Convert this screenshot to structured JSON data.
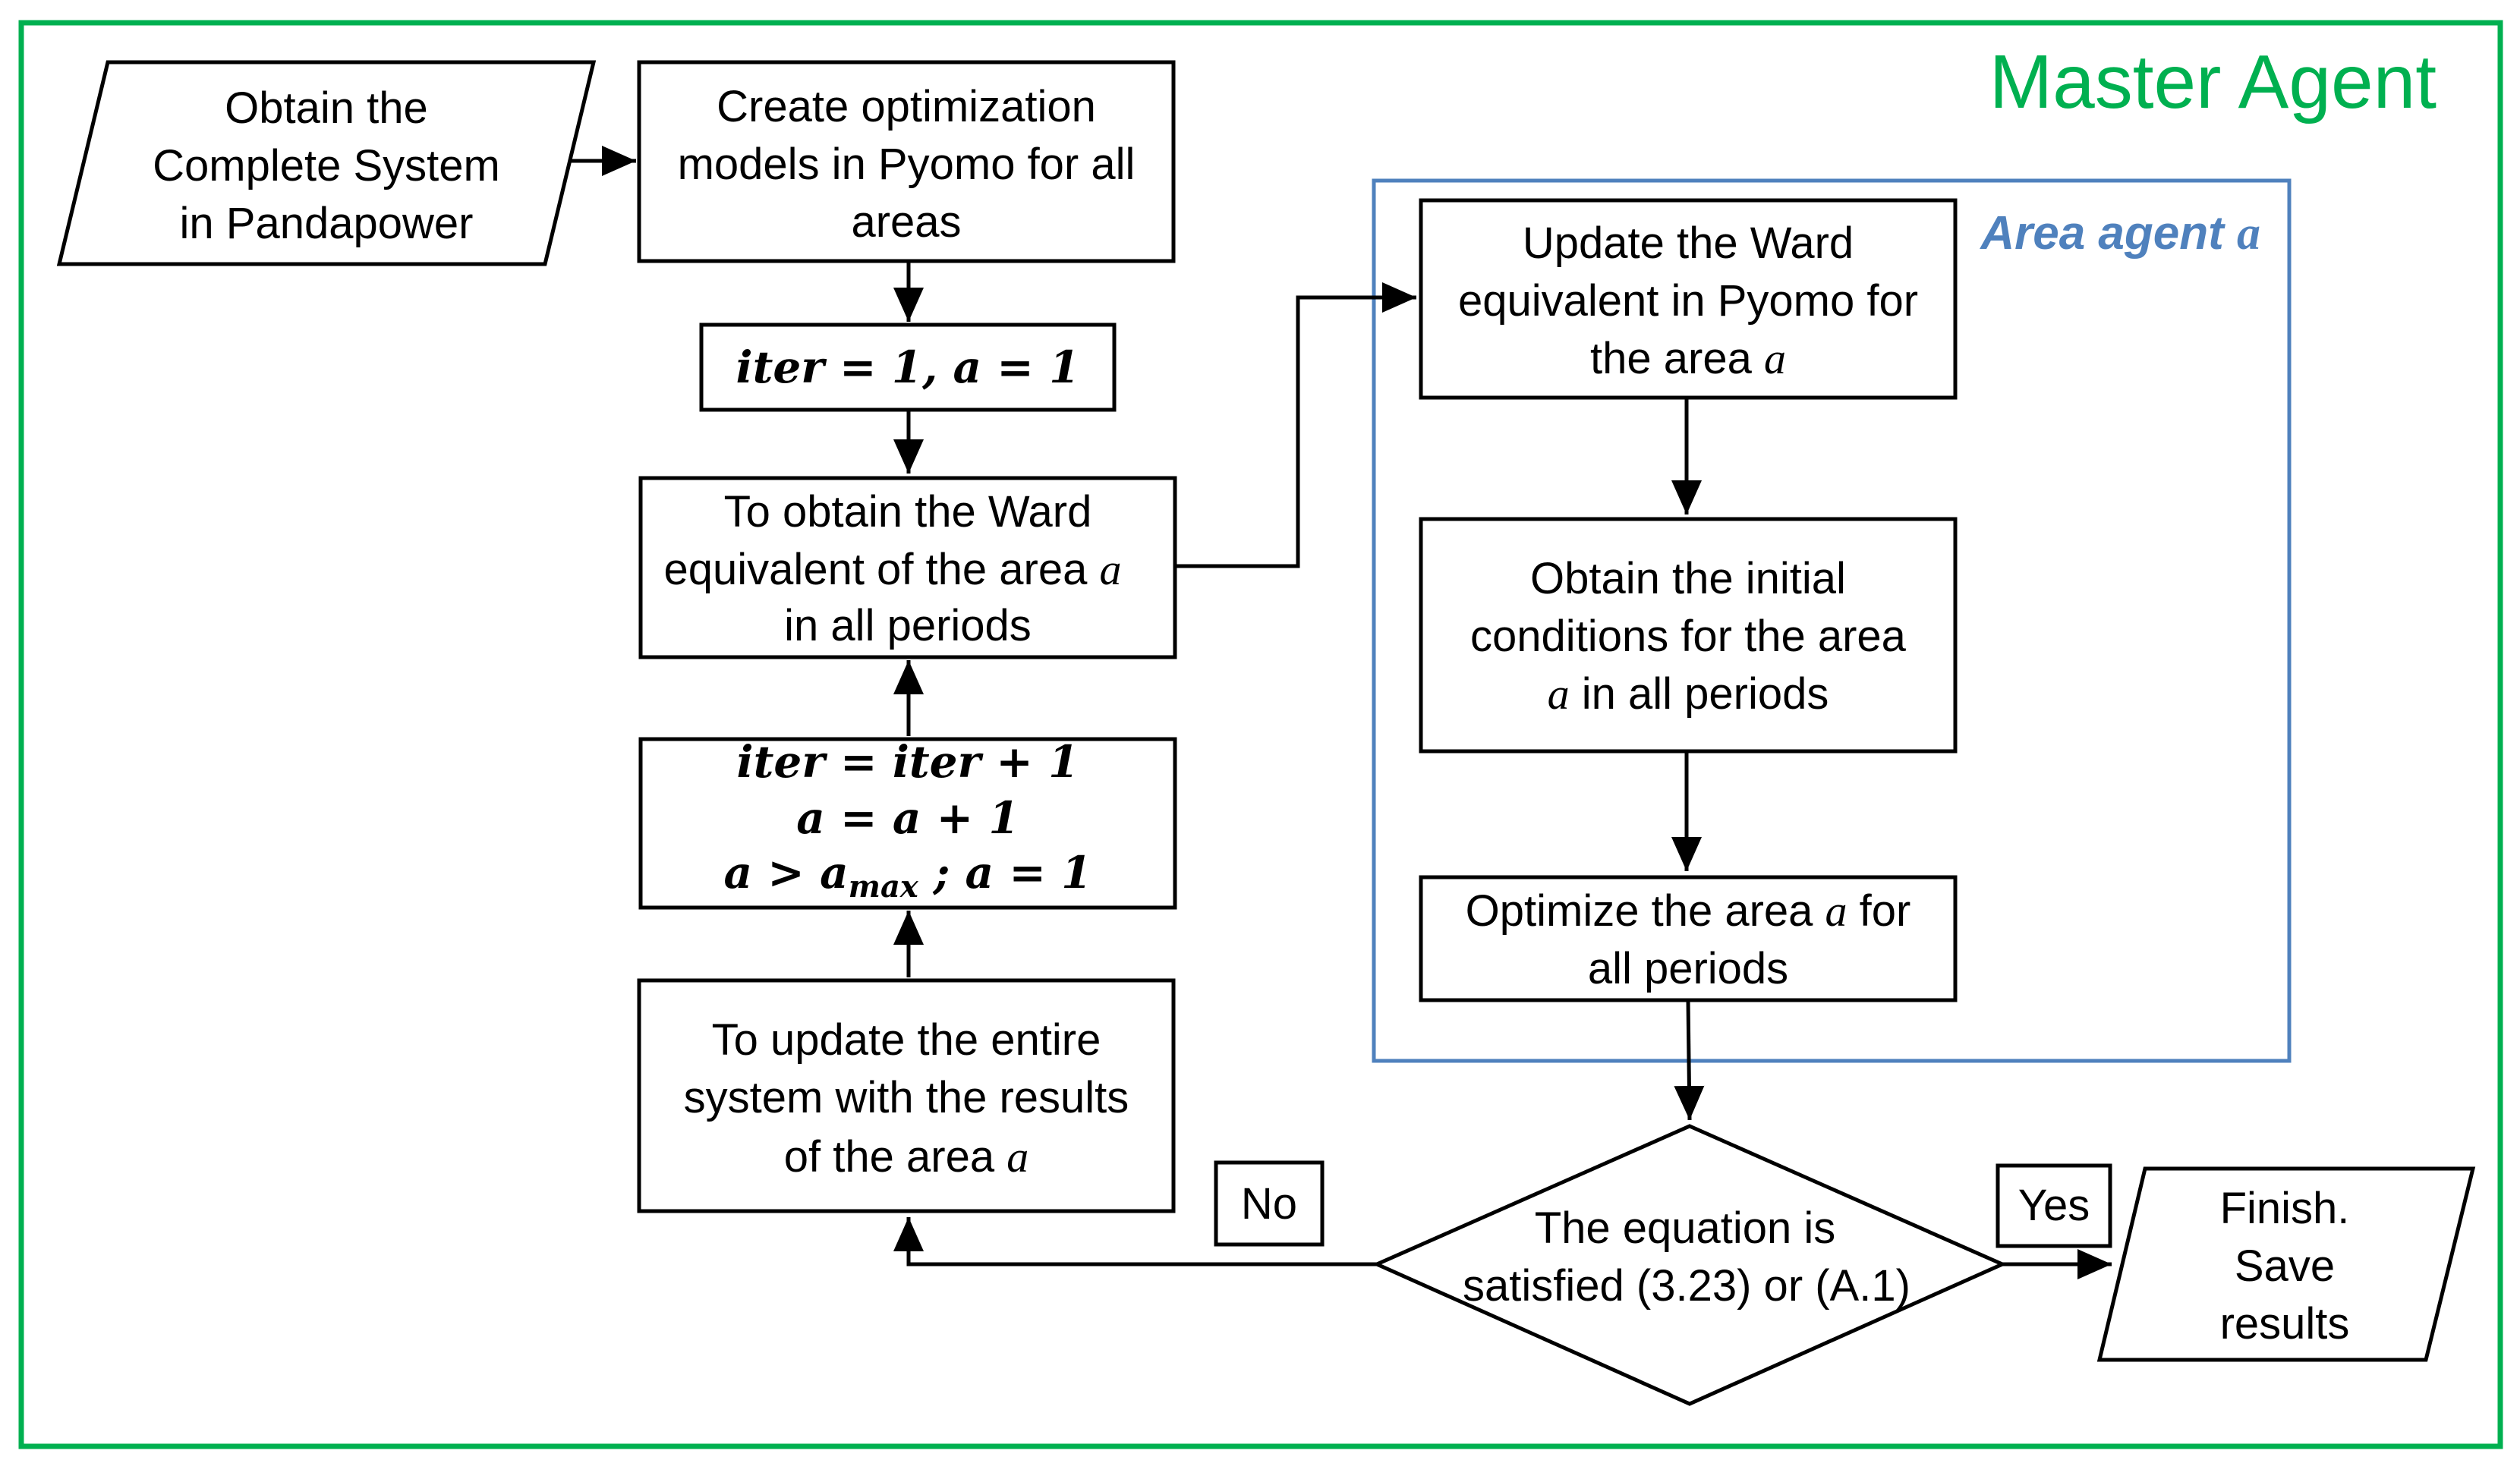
{
  "title": "Master Agent",
  "area_title": "Area agent a",
  "colors": {
    "outer_frame": "#00b050",
    "area_frame": "#4f81bd",
    "title": "#00b050",
    "area_title": "#4f81bd",
    "box_stroke": "#000000"
  },
  "nodes": {
    "obtain_system": [
      "Obtain the",
      "Complete System",
      "in Pandapower"
    ],
    "create_models": [
      "Create optimization",
      "models in Pyomo for all",
      "areas"
    ],
    "init": "iter = 1, a = 1",
    "obtain_ward": [
      "To obtain the Ward",
      "equivalent of the area a",
      "in all periods"
    ],
    "increment": [
      "iter = iter + 1",
      "a = a + 1",
      "a > a",
      "max",
      " ; a = 1"
    ],
    "update_system": [
      "To update the entire",
      "system with the results",
      "of the area a"
    ],
    "update_ward": [
      "Update the Ward",
      "equivalent in Pyomo for",
      "the area a"
    ],
    "initial_conditions": [
      "Obtain the initial",
      "conditions for the area",
      "a in all periods"
    ],
    "optimize": [
      "Optimize the area a for",
      "all periods"
    ],
    "decision": [
      "The equation is",
      "satisfied (3.23) or (A.1)"
    ],
    "finish": [
      "Finish.",
      "Save",
      "results"
    ]
  },
  "labels": {
    "no": "No",
    "yes": "Yes"
  }
}
